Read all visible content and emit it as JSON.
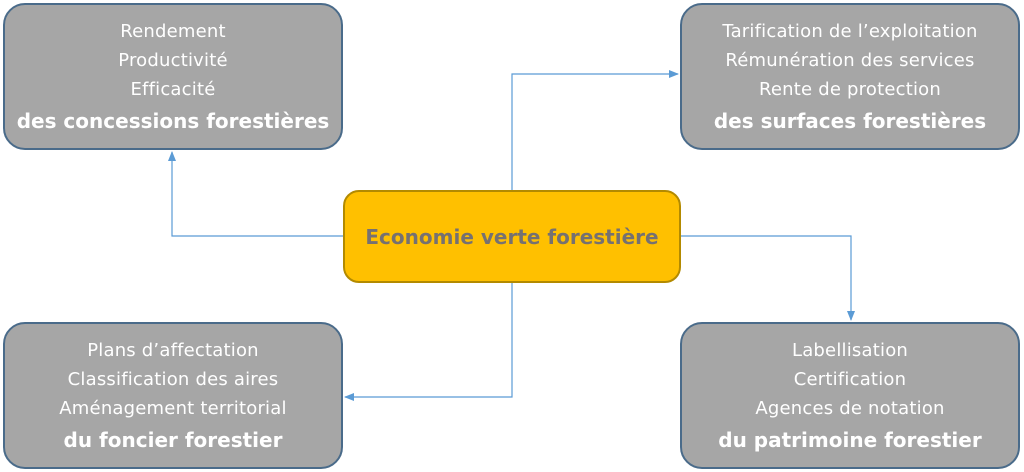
{
  "center": {
    "title": "Economie verte forestière"
  },
  "boxes": {
    "top_left": {
      "lines": [
        "Rendement",
        "Productivité",
        "Efficacité"
      ],
      "heading": "des concessions forestières"
    },
    "top_right": {
      "lines": [
        "Tarification de l’exploitation",
        "Rémunération des services",
        "Rente de protection"
      ],
      "heading": "des surfaces forestières"
    },
    "bottom_left": {
      "lines": [
        "Plans d’affectation",
        "Classification des aires",
        "Aménagement territorial"
      ],
      "heading": "du foncier forestier"
    },
    "bottom_right": {
      "lines": [
        "Labellisation",
        "Certification",
        "Agences de notation"
      ],
      "heading": "du patrimoine forestier"
    }
  },
  "colors": {
    "box_fill": "#a6a6a6",
    "center_fill": "#ffc000",
    "center_text": "#767171",
    "connector": "#5b9bd5"
  }
}
